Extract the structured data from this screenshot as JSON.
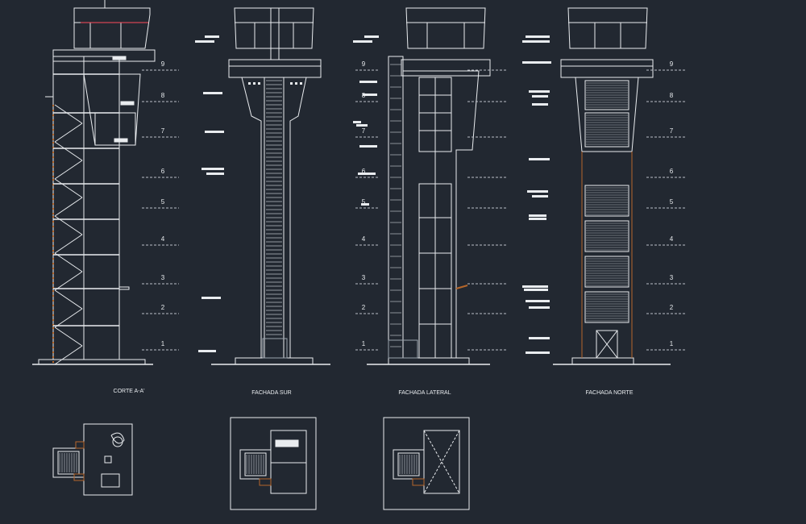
{
  "colors": {
    "background": "#222831",
    "line": "#e9ecef",
    "dim_line": "#b9bec6",
    "accent_brown": "#b5662a",
    "accent_red": "#ff4a5a",
    "accent_gray": "#9aa3ad"
  },
  "level_labels": [
    "1",
    "2",
    "3",
    "4",
    "5",
    "6",
    "7",
    "8",
    "9"
  ],
  "views": {
    "corte": "CORTE A-A'",
    "sur": "FACHADA SUR",
    "lateral": "FACHADA  LATERAL",
    "norte": "FACHADA NORTE"
  }
}
